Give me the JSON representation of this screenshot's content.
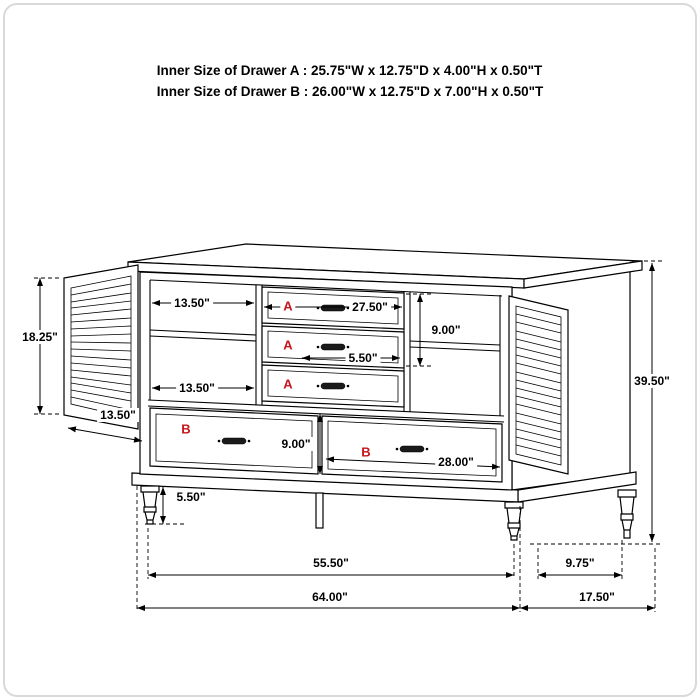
{
  "header": {
    "line1": "Inner Size of Drawer A : 25.75\"W x 12.75\"D x 4.00\"H x 0.50\"T",
    "line2": "Inner Size of Drawer B : 26.00\"W x 12.75\"D x 7.00\"H x 0.50\"T"
  },
  "labels": {
    "drawer_a": "A",
    "drawer_b": "B"
  },
  "dims": {
    "door_height": "18.25\"",
    "shelf_width_upper": "13.50\"",
    "drawer_a_width": "27.50\"",
    "drawer_stack_height": "9.00\"",
    "center_gap": "5.50\"",
    "shelf_width_lower": "13.50\"",
    "door_width": "13.50\"",
    "drawer_b_height": "9.00\"",
    "drawer_b_width": "28.00\"",
    "leg_height": "5.50\"",
    "overall_height": "39.50\"",
    "front_width": "55.50\"",
    "leg_side_spacing": "9.75\"",
    "overall_width": "64.00\"",
    "overall_depth": "17.50\""
  },
  "colors": {
    "line": "#000000",
    "part_label": "#c8161d",
    "background": "#ffffff",
    "border": "#d9d9d9"
  }
}
